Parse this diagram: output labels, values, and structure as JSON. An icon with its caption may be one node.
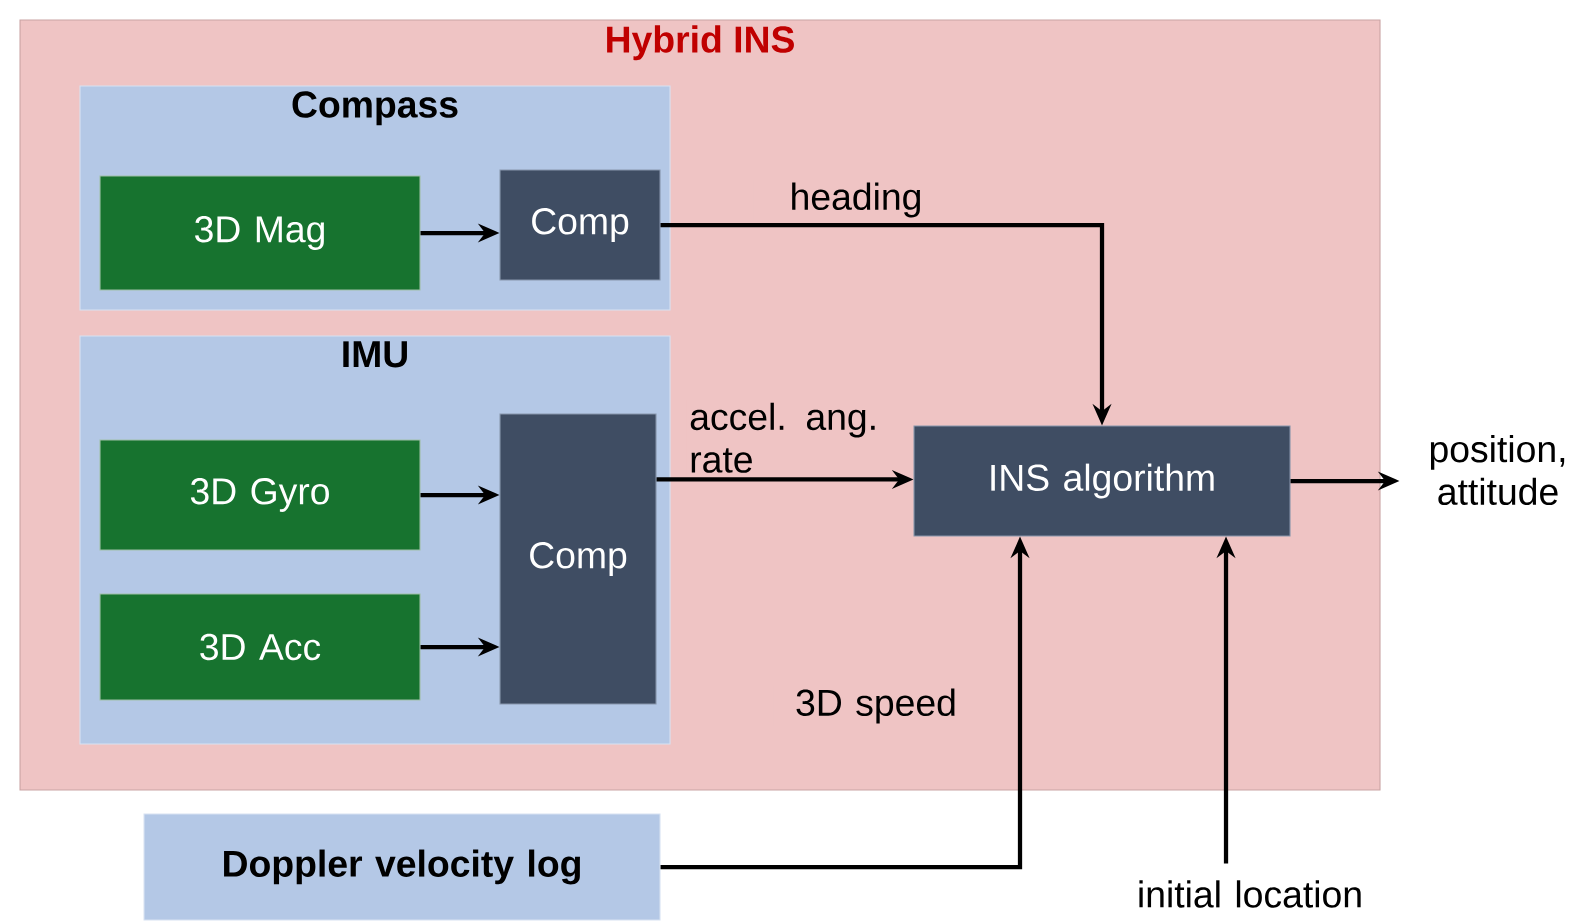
{
  "diagram": {
    "nodes": [
      {
        "text": [
          "Hybrid INS"
        ]
      },
      {
        "text": [
          "Compass"
        ],
        "in": 0
      },
      {
        "text": [
          "3D Mag"
        ],
        "in": 1
      },
      {
        "text": [
          "Comp"
        ],
        "in": 1
      },
      {
        "text": [
          "IMU"
        ],
        "in": 0
      },
      {
        "text": [
          "3D Gyro"
        ],
        "in": 4
      },
      {
        "text": [
          "3D Acc"
        ],
        "in": 4
      },
      {
        "text": [
          "Comp"
        ],
        "in": 4
      },
      {
        "text": [
          "INS algorithm"
        ],
        "in": 0
      },
      {
        "text": [
          "Doppler velocity log"
        ]
      },
      {
        "text": [
          "position, attitude"
        ]
      },
      {
        "text": [
          "initial location"
        ]
      }
    ],
    "edges": [
      {
        "from": 2,
        "to": 3,
        "arrow": "to"
      },
      {
        "from": 5,
        "to": 7,
        "arrow": "to"
      },
      {
        "from": 6,
        "to": 7,
        "arrow": "to"
      },
      {
        "from": 3,
        "to": 8,
        "arrow": "to",
        "label": "heading"
      },
      {
        "from": 7,
        "to": 8,
        "arrow": "to",
        "label": "accel. ang. rate"
      },
      {
        "from": 8,
        "to": 10,
        "arrow": "to"
      },
      {
        "from": 9,
        "to": 8,
        "arrow": "to",
        "label": "3D speed"
      },
      {
        "from": 11,
        "to": 8,
        "arrow": "to"
      }
    ]
  }
}
